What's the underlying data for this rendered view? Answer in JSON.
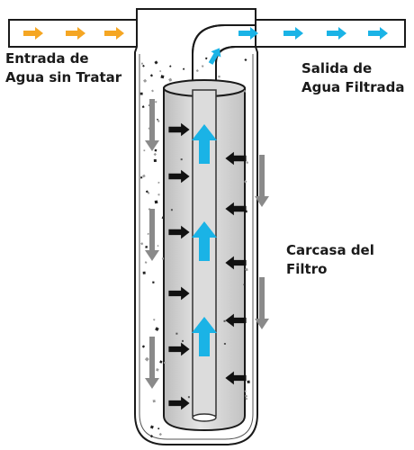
{
  "labels": {
    "inlet": [
      "Entrada de",
      "Agua sin Tratar"
    ],
    "outlet": [
      "Salida de",
      "Agua Filtrada"
    ],
    "housing": [
      "Carcasa del",
      "Filtro"
    ]
  },
  "colors": {
    "untreated_arrow": "#f5a623",
    "filtered_arrow": "#1ab3e6",
    "inward_arrow": "#111111",
    "down_arrow": "#8a8a8a",
    "cartridge_fill": "#d4d4d4",
    "outline": "#1a1a1a"
  },
  "icons": {
    "flow_arrow": "arrow-icon",
    "sediment": "sediment-particle-icon"
  }
}
